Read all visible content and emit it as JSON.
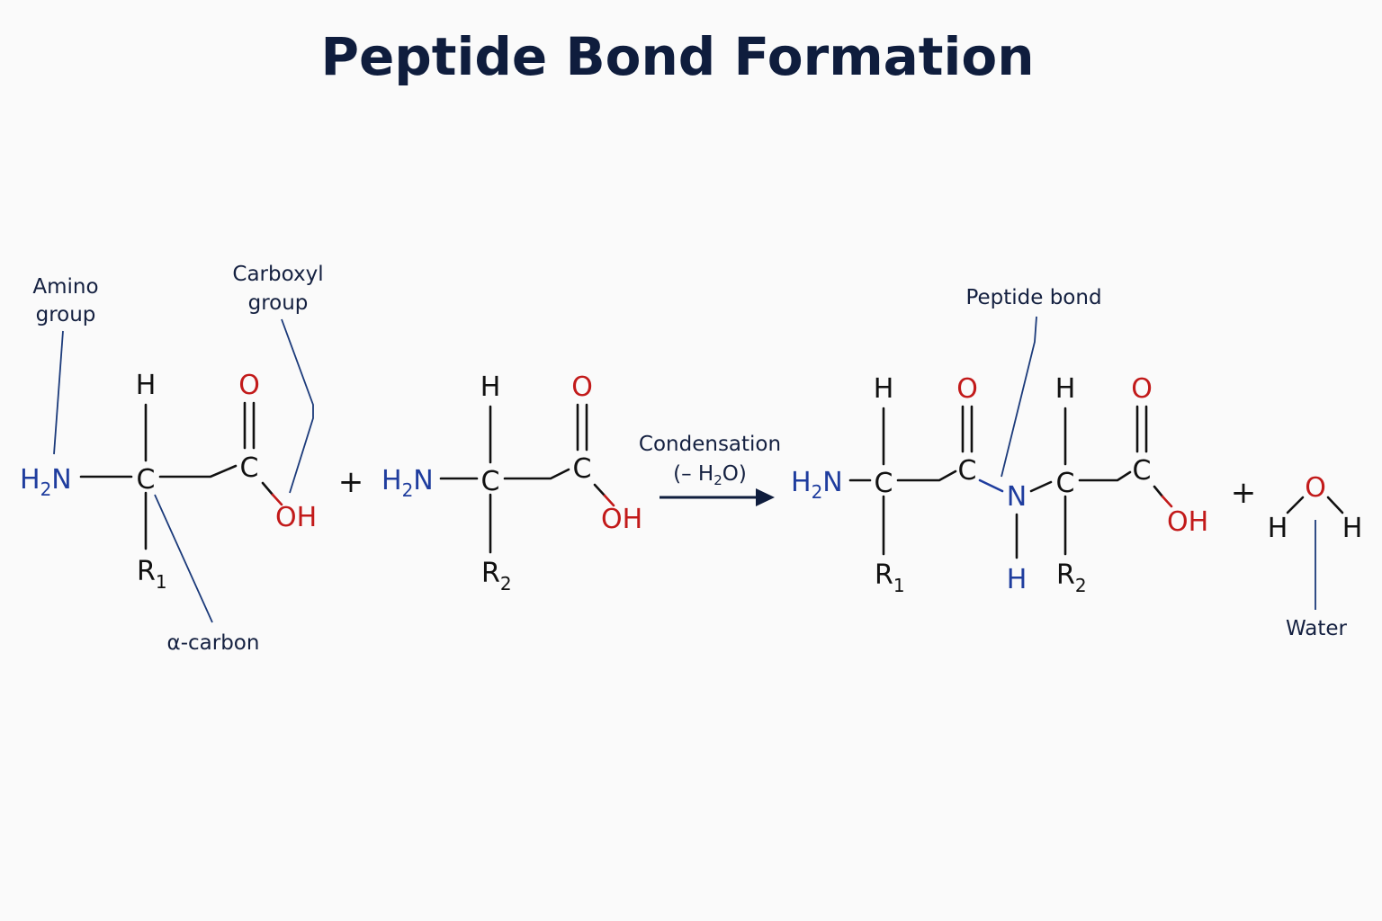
{
  "title": "Peptide Bond Formation",
  "colors": {
    "carbon_text": "#111111",
    "nitrogen": "#1f3d9e",
    "oxygen": "#c21a1a",
    "annotation": "#142040"
  },
  "atoms": {
    "H": "H",
    "O": "O",
    "C": "C",
    "N": "N",
    "OH": "OH",
    "H2N_main": "H",
    "H2N_sub": "2",
    "H2N_tail": "N",
    "R": "R",
    "R1_sub": "1",
    "R2_sub": "2"
  },
  "plus": "+",
  "labels": {
    "amino_group": [
      "Amino",
      "group"
    ],
    "carboxyl_group": [
      "Carboxyl",
      "group"
    ],
    "alpha_carbon": "α-carbon",
    "peptide_bond": "Peptide bond",
    "water": "Water"
  },
  "arrow": {
    "label": "Condensation",
    "sub_open": "(– H",
    "sub_2": "2",
    "sub_close": "O)"
  }
}
